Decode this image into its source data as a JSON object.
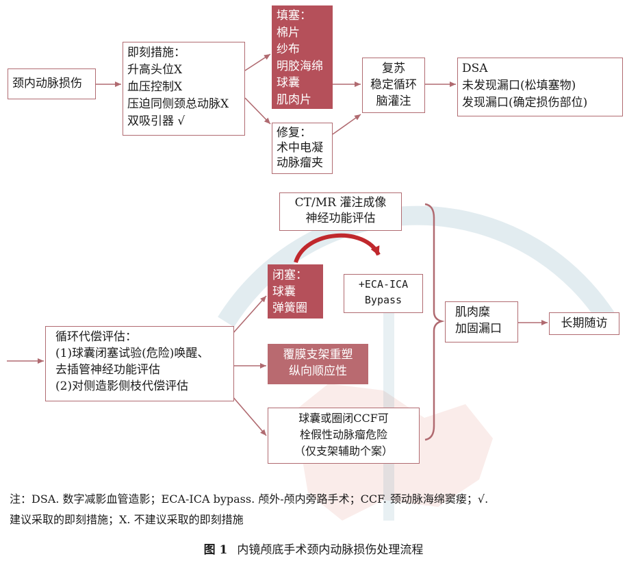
{
  "boxes": {
    "injury": [
      "颈内动脉损伤"
    ],
    "immediate": [
      "即刻措施：",
      "升高头位X",
      "血压控制X",
      "压迫同侧颈总动脉X",
      "双吸引器 √"
    ],
    "packing": [
      "填塞：",
      "棉片",
      "纱布",
      "明胶海绵",
      "球囊",
      "肌肉片"
    ],
    "repair": [
      "修复：",
      "术中电凝",
      "动脉瘤夹"
    ],
    "resuscitation": [
      "复苏",
      "稳定循环",
      "脑灌注"
    ],
    "dsa": [
      "DSA",
      "未发现漏口(松填塞物)",
      "发现漏口(确定损伤部位)"
    ],
    "ct_mr": [
      "CT/MR 灌注成像",
      "神经功能评估"
    ],
    "occlusion": [
      "闭塞：",
      "球囊",
      "弹簧圈"
    ],
    "bypass": [
      "+ECA-ICA",
      "Bypass"
    ],
    "collateral": [
      "循环代偿评估：",
      "(1)球囊闭塞试验(危险)唤醒、",
      "去插管神经功能评估",
      "(2)对侧造影侧枝代偿评估"
    ],
    "stent": [
      "覆膜支架重塑",
      "纵向顺应性"
    ],
    "ccf": [
      "球囊或圈闭CCF可",
      "栓假性动脉瘤危险",
      "（仅支架辅助个案）"
    ],
    "muscle": [
      "肌肉糜",
      "加固漏口"
    ],
    "followup": [
      "长期随访"
    ]
  },
  "note": {
    "line1": "注：DSA. 数字减影血管造影；ECA-ICA bypass. 颅外-颅内旁路手术；CCF. 颈动脉海绵窦瘘；√.",
    "line2": "建议采取的即刻措施；X. 不建议采取的即刻措施"
  },
  "caption": {
    "figure": "图 1",
    "title": "内镜颅底手术颈内动脉损伤处理流程"
  },
  "colors": {
    "accent": "#b5505a",
    "border": "#b06a70",
    "arrow": "#b06a70",
    "curved_arrow": "#c0282d"
  }
}
